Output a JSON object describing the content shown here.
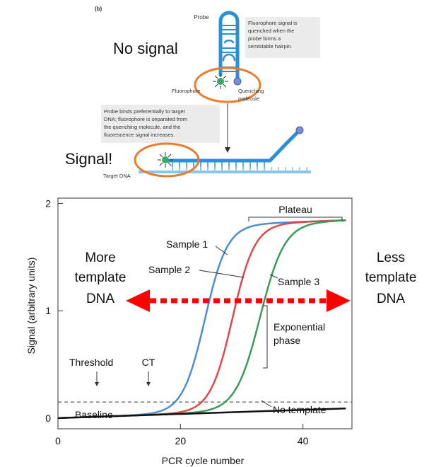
{
  "panel_label": "(b)",
  "top": {
    "probe_label": "Probe",
    "no_signal": "No signal",
    "quench_note": [
      "Fluorophore signal is",
      "quenched when the",
      "probe forms a",
      "semistable hairpin."
    ],
    "fluorophore_label": "Fluorophore",
    "quencher_label": [
      "Quenching",
      "molecule"
    ],
    "bind_note": [
      "Probe binds preferentially to target",
      "DNA; fluorophore is separated from",
      "the quenching molecule, and the",
      "fluorescence signal increases."
    ],
    "signal": "Signal!",
    "target_dna_label": "Target DNA"
  },
  "colors": {
    "probe_blue": "#2a8fd6",
    "target_blue": "#8cc4ec",
    "circle_orange": "#e97c2d",
    "sample1": "#4a8fd0",
    "sample2": "#e04848",
    "sample3": "#3c9a5a",
    "arrow_red": "#ff0000"
  },
  "annotations": {
    "more_template": [
      "More",
      "template",
      "DNA"
    ],
    "less_template": [
      "Less",
      "template",
      "DNA"
    ],
    "plateau": "Plateau",
    "threshold": "Threshold",
    "ct": "CT",
    "exponential": [
      "Exponential",
      "phase"
    ],
    "baseline": "Baseline",
    "no_template": "No template"
  },
  "chart_data": {
    "type": "line",
    "xlabel": "PCR cycle number",
    "ylabel": "Signal (arbitrary units)",
    "xlim": [
      0,
      48
    ],
    "ylim": [
      -0.1,
      2.05
    ],
    "xticks": [
      "0",
      "20",
      "40"
    ],
    "xtick_values": [
      0,
      20,
      40
    ],
    "yticks": [
      "0",
      "1",
      "2"
    ],
    "ytick_values": [
      0,
      1,
      2
    ],
    "threshold": 0.15,
    "series": [
      {
        "name": "Sample 1",
        "midpoint": 24.0,
        "slope": 0.55,
        "max": 1.75,
        "baseline_slope": 0.002
      },
      {
        "name": "Sample 2",
        "midpoint": 28.5,
        "slope": 0.55,
        "max": 1.75,
        "baseline_slope": 0.002
      },
      {
        "name": "Sample 3",
        "midpoint": 33.0,
        "slope": 0.5,
        "max": 1.75,
        "baseline_slope": 0.002
      },
      {
        "name": "No template",
        "x": [
          0,
          47
        ],
        "y": [
          0.0,
          0.09
        ]
      }
    ]
  }
}
